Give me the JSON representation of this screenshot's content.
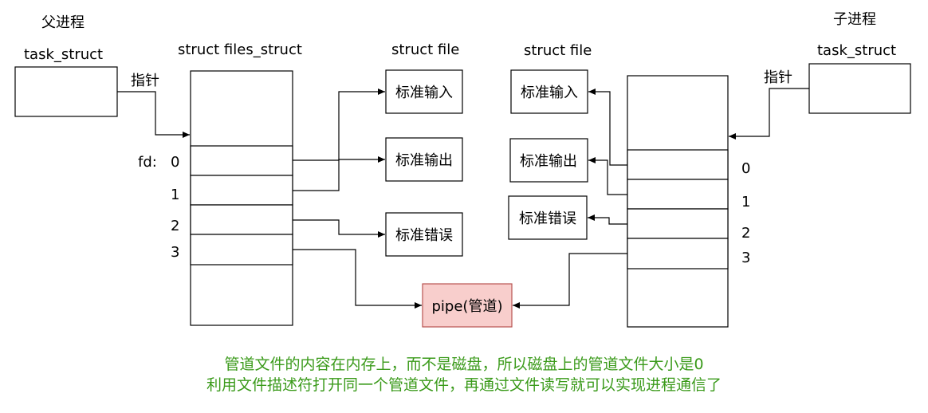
{
  "parent": {
    "title": "父进程",
    "task_label": "task_struct",
    "pointer_label": "指针",
    "files_struct_label": "struct files_struct",
    "fd_prefix": "fd:",
    "fd_numbers": [
      "0",
      "1",
      "2",
      "3"
    ],
    "file_label": "struct file",
    "files": [
      "标准输入",
      "标准输出",
      "标准错误"
    ]
  },
  "child": {
    "title": "子进程",
    "task_label": "task_struct",
    "pointer_label": "指针",
    "file_label": "struct file",
    "fd_numbers": [
      "0",
      "1",
      "2",
      "3"
    ],
    "files": [
      "标准输入",
      "标准输出",
      "标准错误"
    ]
  },
  "pipe": {
    "label": "pipe(管道)",
    "fill": "#f8cecc",
    "stroke": "#b85450"
  },
  "notes": {
    "line1": "管道文件的内容在内存上，而不是磁盘，所以磁盘上的管道文件大小是0",
    "line2": "利用文件描述符打开同一个管道文件，再通过文件读写就可以实现进程通信了",
    "color": "#3a9a1a"
  }
}
